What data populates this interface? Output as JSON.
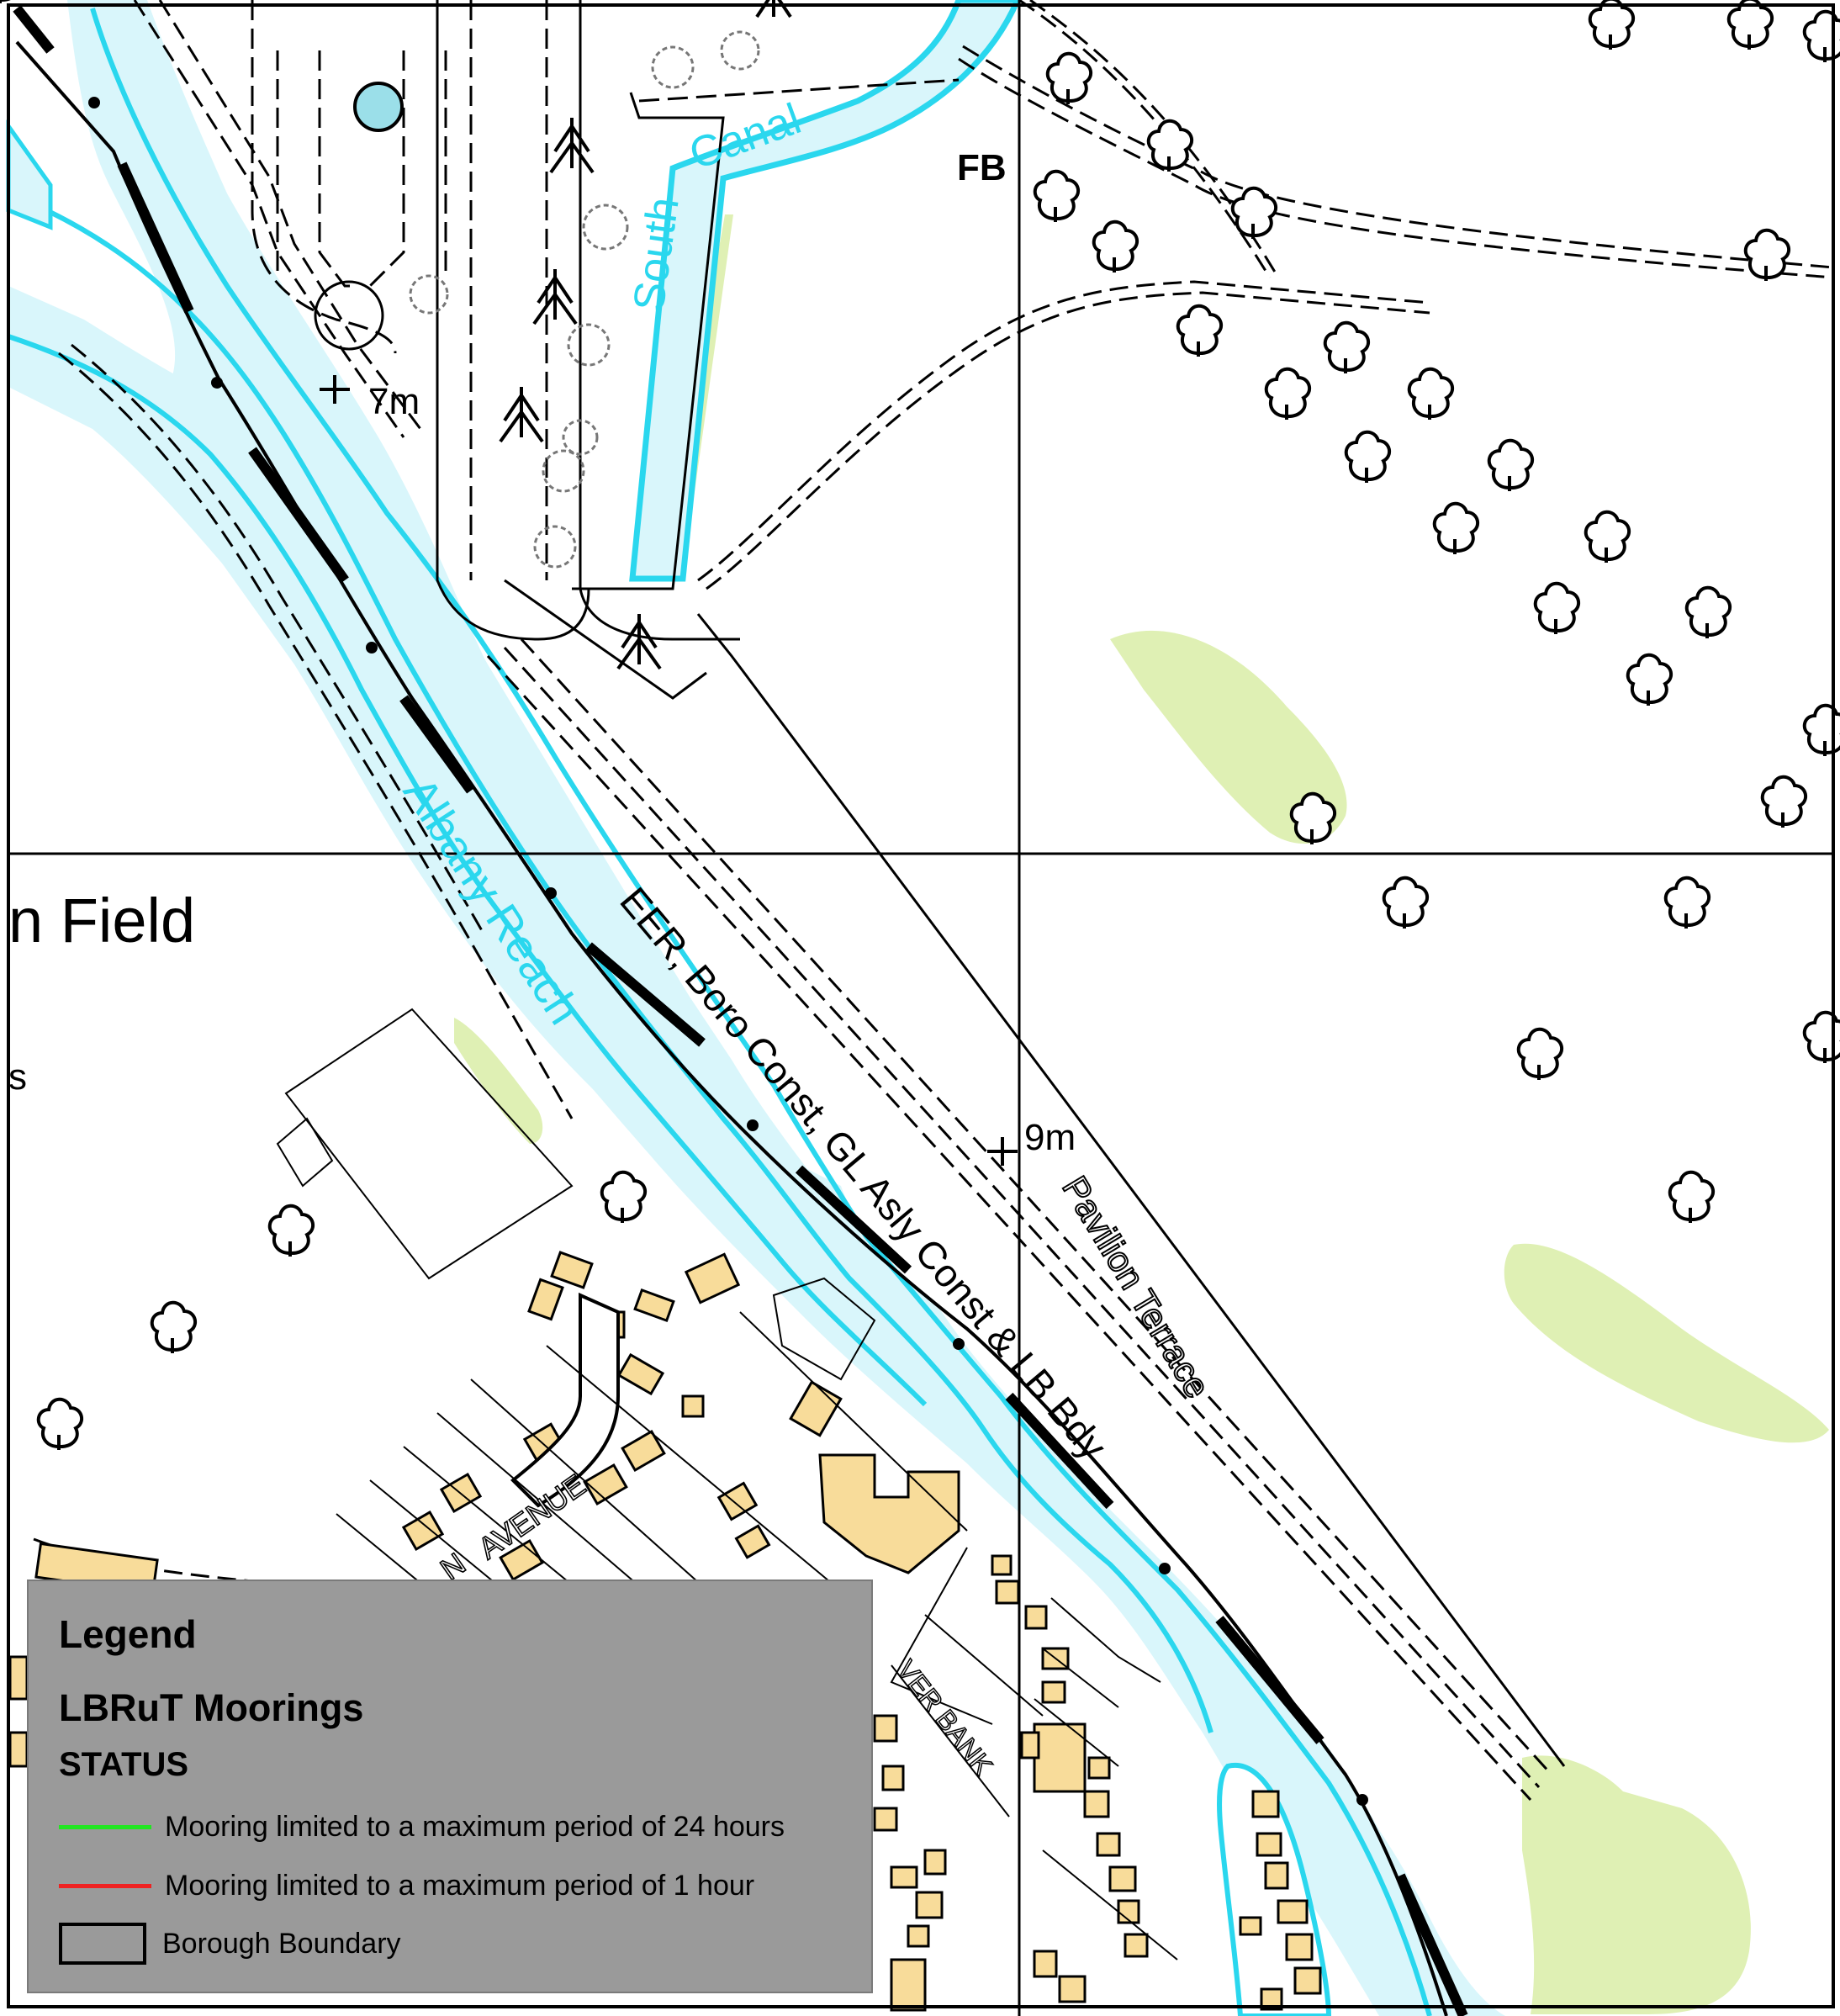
{
  "map": {
    "labels": {
      "place_partial": "n Field",
      "canal_word1": "South",
      "canal_word2": "Canal",
      "reach": "Albany Reach",
      "boundary_note": "EER, Boro Const, GL Asly Const & LB Bdy",
      "terrace": "Pavilion Terrace",
      "footbridge": "FB",
      "height_7": "7m",
      "height_9": "9m",
      "avenue": "AVENUE",
      "avenue_prefix": "N",
      "river_bank": "VER BANK",
      "stray_s": "s"
    },
    "colors": {
      "water": "#d9f6fb",
      "water_edge": "#2ad7ee",
      "building": "#f8dc9a",
      "green": "#dff0b4",
      "boundary": "#000000",
      "legend_bg": "#9a9a9a"
    }
  },
  "legend": {
    "title": "Legend",
    "layer": "LBRuT Moorings",
    "field": "STATUS",
    "items": [
      {
        "label": "Mooring limited to a maximum period of 24 hours",
        "color": "#22e622",
        "symbol": "line"
      },
      {
        "label": "Mooring limited to a maximum period of 1 hour",
        "color": "#ee2222",
        "symbol": "line"
      },
      {
        "label": "Borough Boundary",
        "color": "#000000",
        "symbol": "box"
      }
    ]
  }
}
